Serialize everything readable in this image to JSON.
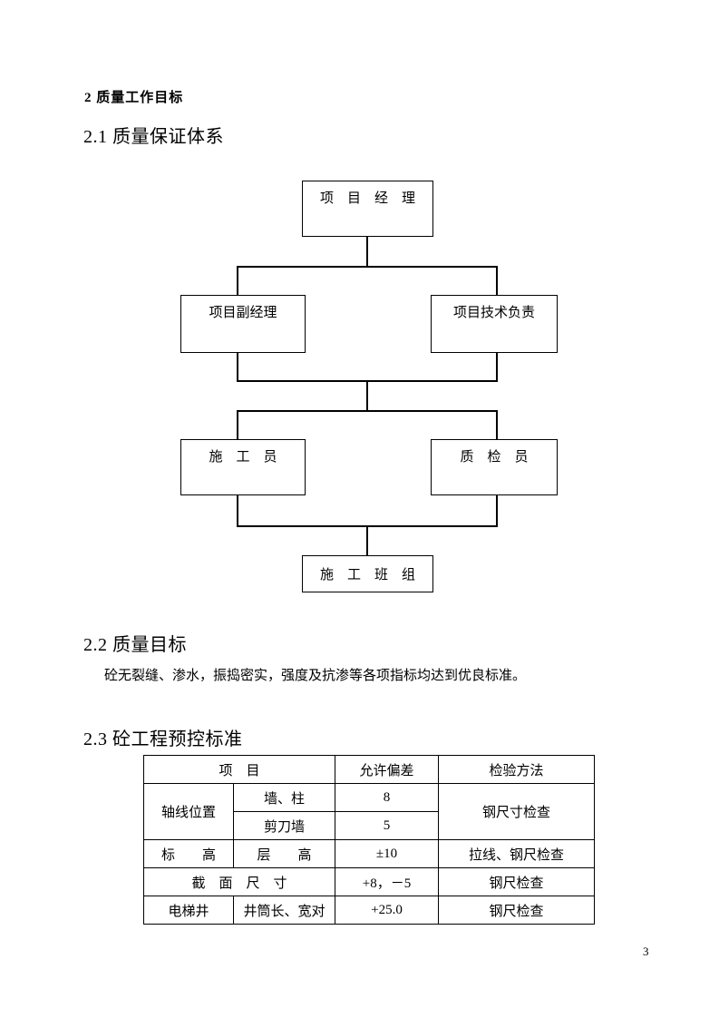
{
  "colors": {
    "text": "#000000",
    "background": "#ffffff"
  },
  "headings": {
    "h2": "2 质量工作目标",
    "h21": "2.1 质量保证体系",
    "h22": "2.2 质量目标",
    "h23": "2.3 砼工程预控标准"
  },
  "paragraph_22": "砼无裂缝、渗水，振捣密实，强度及抗渗等各项指标均达到优良标准。",
  "flowchart": {
    "manager": "项　目　经　理",
    "deputy": "项目副经理",
    "tech": "项目技术负责",
    "constructor": "施　工　员",
    "inspector": "质　检　员",
    "team": "施　工　班　组"
  },
  "table": {
    "header": {
      "item": "项　目",
      "deviation": "允许偏差",
      "method": "检验方法"
    },
    "r1": {
      "item": "轴线位置",
      "sub": "墙、柱",
      "dev": "8",
      "method": "钢尺寸检查"
    },
    "r2": {
      "sub": "剪刀墙",
      "dev": "5"
    },
    "r3": {
      "item": "标　　高",
      "sub": "层　　高",
      "dev": "±10",
      "method": "拉线、钢尺检查"
    },
    "r4": {
      "item": "截　面　尺　寸",
      "dev": "+8，－5",
      "method": "钢尺检查"
    },
    "r5": {
      "item": "电梯井",
      "sub": "井筒长、宽对",
      "dev": "+25.0",
      "method": "钢尺检查"
    }
  },
  "footer": {
    "page_number": "3"
  }
}
